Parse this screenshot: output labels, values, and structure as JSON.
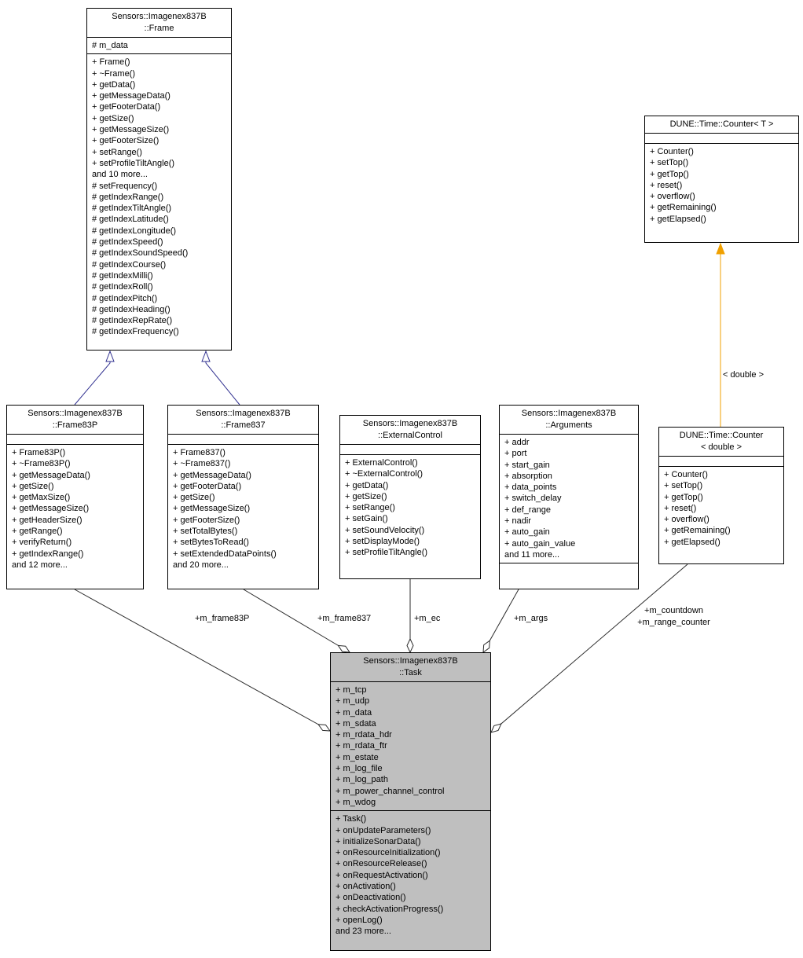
{
  "colors": {
    "inheritance": "#2f2f8f",
    "template_instantiation": "#f0a000",
    "aggregation": "#2b2b2b",
    "box_border": "#000000",
    "box_fill": "#ffffff",
    "highlight_fill": "#bfbfbf"
  },
  "classes": {
    "frame": {
      "title_lines": [
        "Sensors::Imagenex837B",
        "::Frame"
      ],
      "attributes": [
        "# m_data"
      ],
      "methods": [
        "+ Frame()",
        "+ ~Frame()",
        "+ getData()",
        "+ getMessageData()",
        "+ getFooterData()",
        "+ getSize()",
        "+ getMessageSize()",
        "+ getFooterSize()",
        "+ setRange()",
        "+ setProfileTiltAngle()",
        "and 10 more...",
        "# setFrequency()",
        "# getIndexRange()",
        "# getIndexTiltAngle()",
        "# getIndexLatitude()",
        "# getIndexLongitude()",
        "# getIndexSpeed()",
        "# getIndexSoundSpeed()",
        "# getIndexCourse()",
        "# getIndexMilli()",
        "# getIndexRoll()",
        "# getIndexPitch()",
        "# getIndexHeading()",
        "# getIndexRepRate()",
        "# getIndexFrequency()"
      ]
    },
    "counter_t": {
      "title_lines": [
        "DUNE::Time::Counter< T >"
      ],
      "attributes": [],
      "methods": [
        "+ Counter()",
        "+ setTop()",
        "+ getTop()",
        "+ reset()",
        "+ overflow()",
        "+ getRemaining()",
        "+ getElapsed()"
      ]
    },
    "frame83p": {
      "title_lines": [
        "Sensors::Imagenex837B",
        "::Frame83P"
      ],
      "attributes": [],
      "methods": [
        "+ Frame83P()",
        "+ ~Frame83P()",
        "+ getMessageData()",
        "+ getSize()",
        "+ getMaxSize()",
        "+ getMessageSize()",
        "+ getHeaderSize()",
        "+ getRange()",
        "+ verifyReturn()",
        "+ getIndexRange()",
        "and 12 more..."
      ]
    },
    "frame837": {
      "title_lines": [
        "Sensors::Imagenex837B",
        "::Frame837"
      ],
      "attributes": [],
      "methods": [
        "+ Frame837()",
        "+ ~Frame837()",
        "+ getMessageData()",
        "+ getFooterData()",
        "+ getSize()",
        "+ getMessageSize()",
        "+ getFooterSize()",
        "+ setTotalBytes()",
        "+ setBytesToRead()",
        "+ setExtendedDataPoints()",
        "and 20 more..."
      ]
    },
    "external_control": {
      "title_lines": [
        "Sensors::Imagenex837B",
        "::ExternalControl"
      ],
      "attributes": [],
      "methods": [
        "+ ExternalControl()",
        "+ ~ExternalControl()",
        "+ getData()",
        "+ getSize()",
        "+ setRange()",
        "+ setGain()",
        "+ setSoundVelocity()",
        "+ setDisplayMode()",
        "+ setProfileTiltAngle()"
      ]
    },
    "arguments": {
      "title_lines": [
        "Sensors::Imagenex837B",
        "::Arguments"
      ],
      "attributes": [
        "+ addr",
        "+ port",
        "+ start_gain",
        "+ absorption",
        "+ data_points",
        "+ switch_delay",
        "+ def_range",
        "+ nadir",
        "+ auto_gain",
        "+ auto_gain_value",
        "and 11 more..."
      ],
      "methods": []
    },
    "counter_double": {
      "title_lines": [
        "DUNE::Time::Counter",
        "< double >"
      ],
      "attributes": [],
      "methods": [
        "+ Counter()",
        "+ setTop()",
        "+ getTop()",
        "+ reset()",
        "+ overflow()",
        "+ getRemaining()",
        "+ getElapsed()"
      ]
    },
    "task": {
      "title_lines": [
        "Sensors::Imagenex837B",
        "::Task"
      ],
      "attributes": [
        "+ m_tcp",
        "+ m_udp",
        "+ m_data",
        "+ m_sdata",
        "+ m_rdata_hdr",
        "+ m_rdata_ftr",
        "+ m_estate",
        "+ m_log_file",
        "+ m_log_path",
        "+ m_power_channel_control",
        "+ m_wdog"
      ],
      "methods": [
        "+ Task()",
        "+ onUpdateParameters()",
        "+ initializeSonarData()",
        "+ onResourceInitialization()",
        "+ onResourceRelease()",
        "+ onRequestActivation()",
        "+ onActivation()",
        "+ onDeactivation()",
        "+ checkActivationProgress()",
        "+ openLog()",
        "and 23 more..."
      ]
    }
  },
  "edges": {
    "inheritance": [
      {
        "from": "Sensors::Imagenex837B::Frame83P",
        "to": "Sensors::Imagenex837B::Frame"
      },
      {
        "from": "Sensors::Imagenex837B::Frame837",
        "to": "Sensors::Imagenex837B::Frame"
      }
    ],
    "template_instantiation": {
      "from": "DUNE::Time::Counter< double >",
      "to": "DUNE::Time::Counter< T >",
      "label": "< double >"
    },
    "aggregations": [
      {
        "from": "Sensors::Imagenex837B::Frame83P",
        "to": "Sensors::Imagenex837B::Task",
        "label": "+m_frame83P"
      },
      {
        "from": "Sensors::Imagenex837B::Frame837",
        "to": "Sensors::Imagenex837B::Task",
        "label": "+m_frame837"
      },
      {
        "from": "Sensors::Imagenex837B::ExternalControl",
        "to": "Sensors::Imagenex837B::Task",
        "label": "+m_ec"
      },
      {
        "from": "Sensors::Imagenex837B::Arguments",
        "to": "Sensors::Imagenex837B::Task",
        "label": "+m_args"
      },
      {
        "from": "DUNE::Time::Counter< double >",
        "to": "Sensors::Imagenex837B::Task",
        "label_lines": [
          "+m_countdown",
          "+m_range_counter"
        ]
      }
    ]
  }
}
